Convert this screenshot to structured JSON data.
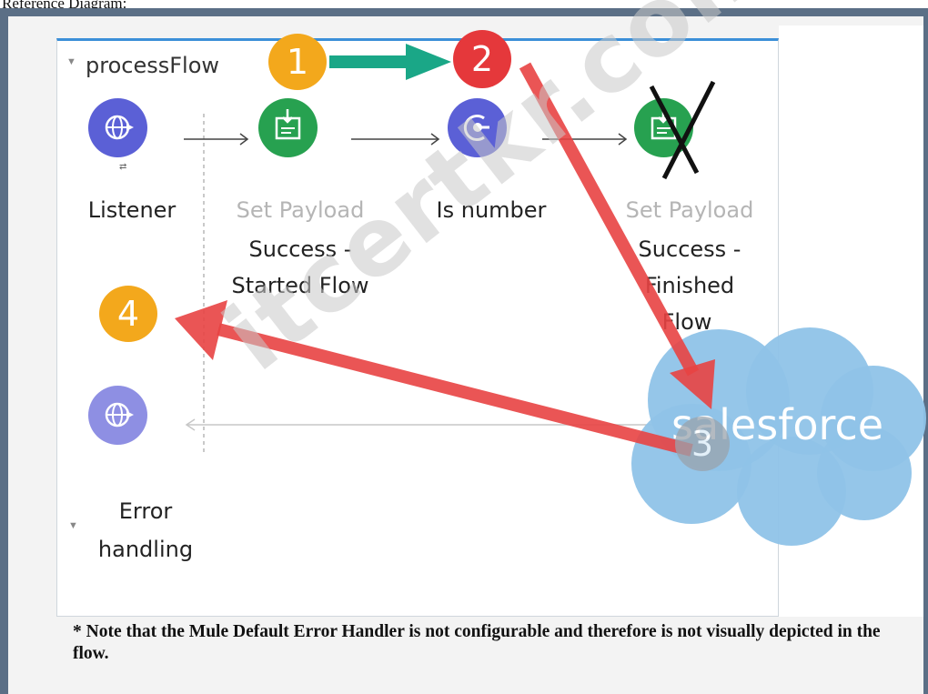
{
  "header": {
    "title": "Reference Diagram:"
  },
  "flow": {
    "title": "processFlow",
    "error_section": {
      "line1": "Error",
      "line2": "handling"
    },
    "nodes": {
      "listener": {
        "label": "Listener",
        "color": "#5b60d6"
      },
      "set_payload_1": {
        "type": "Set Payload",
        "line1": "Success -",
        "line2": "Started Flow",
        "color": "#27a150"
      },
      "is_number": {
        "label": "Is number",
        "color": "#5b60d6"
      },
      "set_payload_2": {
        "type": "Set Payload",
        "line1": "Success -",
        "line2": "Finished",
        "line3": "Flow",
        "color": "#27a150"
      },
      "error_listener": {
        "color": "#8e8fe3"
      }
    }
  },
  "badges": [
    {
      "id": "1",
      "label": "1",
      "color": "#f3a81c"
    },
    {
      "id": "2",
      "label": "2",
      "color": "#e5383b"
    },
    {
      "id": "3",
      "label": "3",
      "color": "#9aa3ad"
    },
    {
      "id": "4",
      "label": "4",
      "color": "#f3a81c"
    }
  ],
  "salesforce": {
    "logo_text": "salesforce",
    "color": "#8fc3e8"
  },
  "watermark": {
    "text": "itcertkr.com"
  },
  "note": {
    "text": "* Note that the Mule Default Error Handler is not configurable and therefore is not visually depicted in the flow."
  }
}
